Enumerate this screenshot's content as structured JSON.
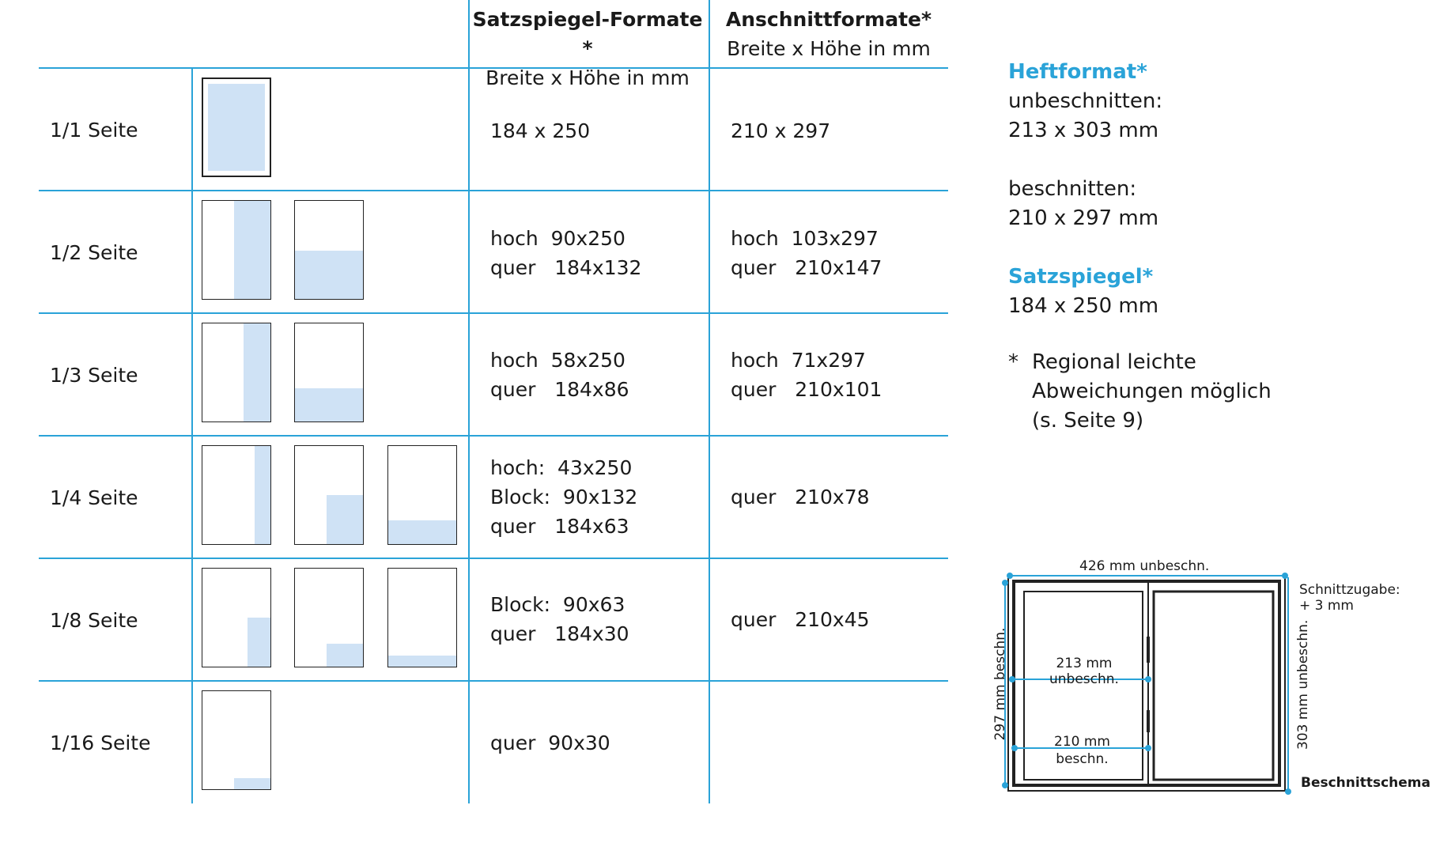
{
  "colors": {
    "accent": "#2aa3d8",
    "fill": "#cfe2f5"
  },
  "table": {
    "headers": [
      {
        "title": "Satzspiegel-Formate *",
        "sub": "Breite x Höhe in mm"
      },
      {
        "title": "Anschnittformate*",
        "sub": "Breite x Höhe in mm"
      }
    ],
    "rows": [
      {
        "label": "1/1 Seite",
        "satz": "184 x 250",
        "anschnitt": "210 x 297"
      },
      {
        "label": "1/2 Seite",
        "satz": "hoch  90x250\nquer   184x132",
        "anschnitt": "hoch  103x297\nquer   210x147"
      },
      {
        "label": "1/3 Seite",
        "satz": "hoch  58x250\nquer   184x86",
        "anschnitt": "hoch  71x297\nquer   210x101"
      },
      {
        "label": "1/4 Seite",
        "satz": "hoch:  43x250\nBlock:  90x132\nquer   184x63",
        "anschnitt": "quer   210x78"
      },
      {
        "label": "1/8 Seite",
        "satz": "Block:  90x63\nquer   184x30",
        "anschnitt": "quer   210x45"
      },
      {
        "label": "1/16 Seite",
        "satz": "quer  90x30",
        "anschnitt": ""
      }
    ]
  },
  "info": {
    "heftformat_title": "Heftformat*",
    "unbeschnitten_label": "unbeschnitten:",
    "unbeschnitten_value": "213 x 303 mm",
    "beschnitten_label": "beschnitten:",
    "beschnitten_value": "210 x 297 mm",
    "satzspiegel_title": "Satzspiegel*",
    "satzspiegel_value": "184 x 250 mm",
    "note_star": "*",
    "note_text": "Regional leichte\nAbweichungen möglich\n(s. Seite 9)"
  },
  "schema": {
    "top_label": "426 mm unbeschn.",
    "schnittzugabe": "Schnittzugabe:\n+ 3 mm",
    "left_label": "297 mm beschn.",
    "right_label": "303 mm unbeschn.",
    "mid1": "213 mm\nunbeschn.",
    "mid2": "210 mm\nbeschn.",
    "caption": "Beschnittschema"
  }
}
